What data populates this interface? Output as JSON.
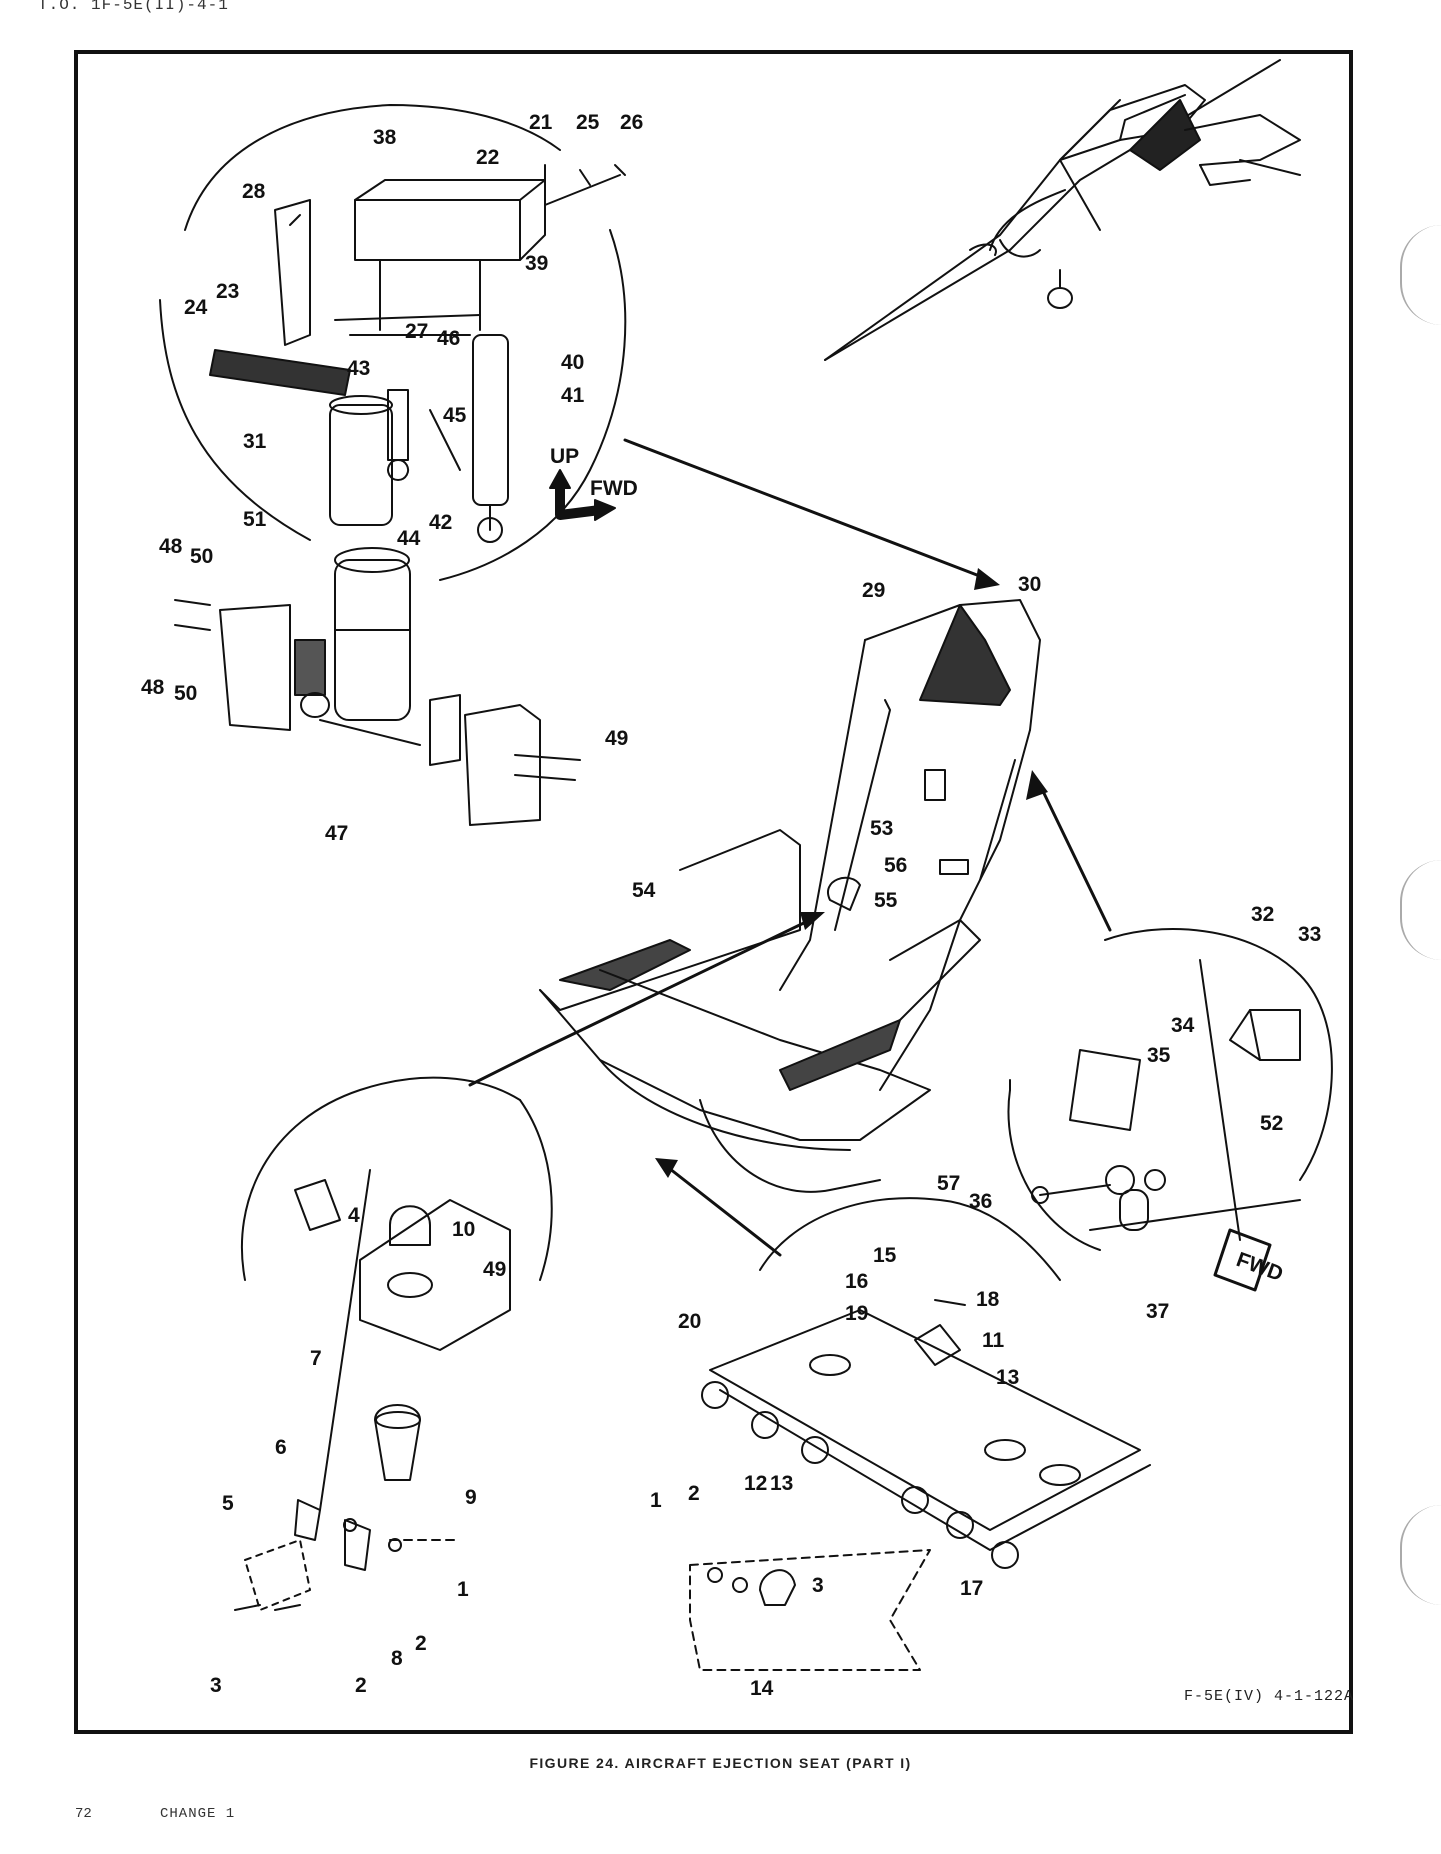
{
  "header": {
    "doc_code": "T.O. 1F-5E(II)-4-1"
  },
  "figure": {
    "id_label": "F-5E(IV) 4-1-122A",
    "caption": "FIGURE 24.  AIRCRAFT EJECTION SEAT (PART I)",
    "direction_labels": {
      "up": "UP",
      "fwd": "FWD",
      "fwd_2": "FWD"
    },
    "callouts": [
      "1",
      "2",
      "3",
      "4",
      "5",
      "6",
      "7",
      "8",
      "9",
      "10",
      "11",
      "12",
      "13",
      "14",
      "15",
      "16",
      "17",
      "18",
      "19",
      "20",
      "21",
      "22",
      "23",
      "24",
      "25",
      "26",
      "27",
      "28",
      "29",
      "30",
      "31",
      "32",
      "33",
      "34",
      "35",
      "36",
      "37",
      "38",
      "39",
      "40",
      "41",
      "42",
      "43",
      "44",
      "45",
      "46",
      "47",
      "48",
      "49",
      "50",
      "51",
      "52",
      "53",
      "54",
      "55",
      "56",
      "57"
    ]
  },
  "footer": {
    "page_number": "72",
    "change": "CHANGE  1"
  }
}
